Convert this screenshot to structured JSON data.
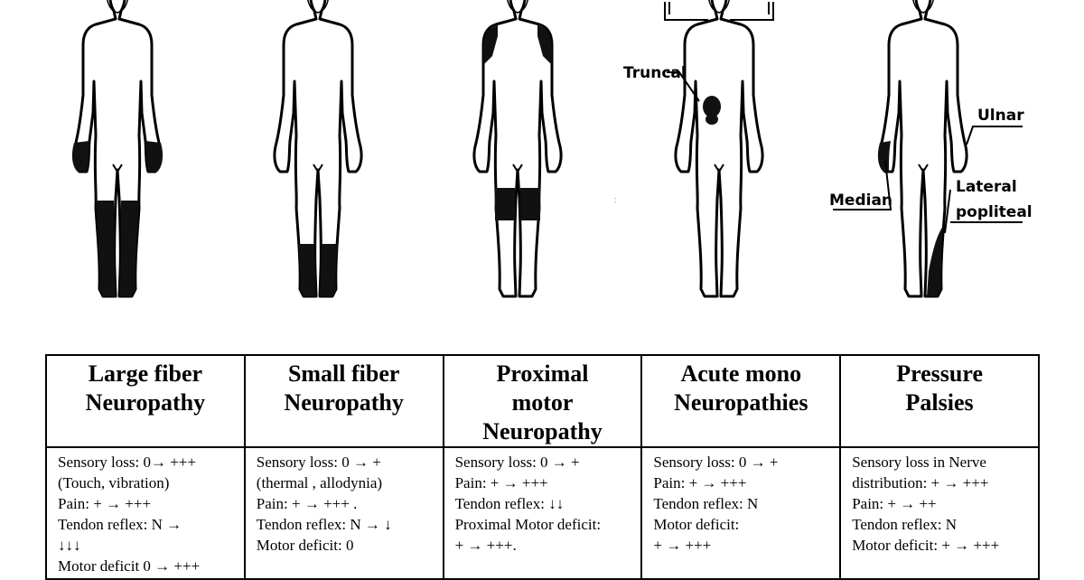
{
  "figures": {
    "labels": {
      "truncal": "Truncal",
      "ulnar": "Ulnar",
      "median": "Median",
      "lateral": "Lateral",
      "popliteal": "popliteal"
    }
  },
  "table": {
    "columns": [
      {
        "header": [
          "Large fiber",
          "Neuropathy"
        ],
        "lines": [
          "Sensory loss: 0→ +++",
          "(Touch, vibration)",
          "Pain:  + → +++",
          "Tendon reflex: N →",
          "↓↓↓",
          "Motor deficit 0 → +++"
        ]
      },
      {
        "header": [
          "Small fiber",
          "Neuropathy"
        ],
        "lines": [
          "Sensory loss: 0 → +",
          "(thermal , allodynia)",
          "Pain: + → +++ .",
          "Tendon reflex: N → ↓",
          "Motor deficit: 0"
        ]
      },
      {
        "header": [
          "Proximal",
          "motor",
          "Neuropathy"
        ],
        "lines": [
          "Sensory loss: 0 → +",
          "Pain: + → +++",
          "Tendon reflex: ↓↓",
          "Proximal Motor deficit:",
          "+ → +++."
        ]
      },
      {
        "header": [
          "Acute mono",
          "Neuropathies"
        ],
        "lines": [
          "Sensory loss: 0 → +",
          "Pain: + → +++",
          "Tendon reflex: N",
          "Motor deficit:",
          "+ → +++"
        ]
      },
      {
        "header": [
          "Pressure",
          "Palsies"
        ],
        "lines": [
          "Sensory loss in Nerve",
          "distribution: + → +++",
          "Pain: + → ++",
          "Tendon reflex: N",
          "Motor deficit: + → +++"
        ]
      }
    ]
  }
}
